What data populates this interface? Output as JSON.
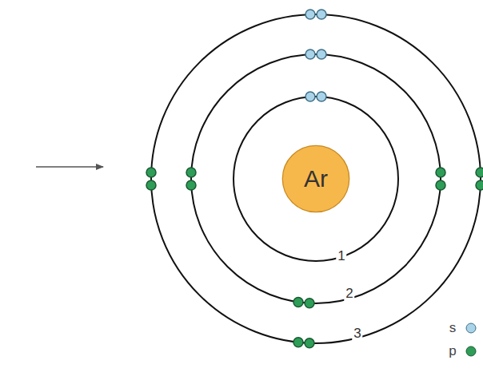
{
  "diagram": {
    "nodes": [
      {
        "text": [
          "Ar"
        ]
      }
    ],
    "labels": [
      "1",
      "2",
      "3"
    ],
    "legend": [
      {
        "text": "s",
        "color": "#a9d3e8"
      },
      {
        "text": "p",
        "color": "#2e9d57"
      }
    ]
  }
}
